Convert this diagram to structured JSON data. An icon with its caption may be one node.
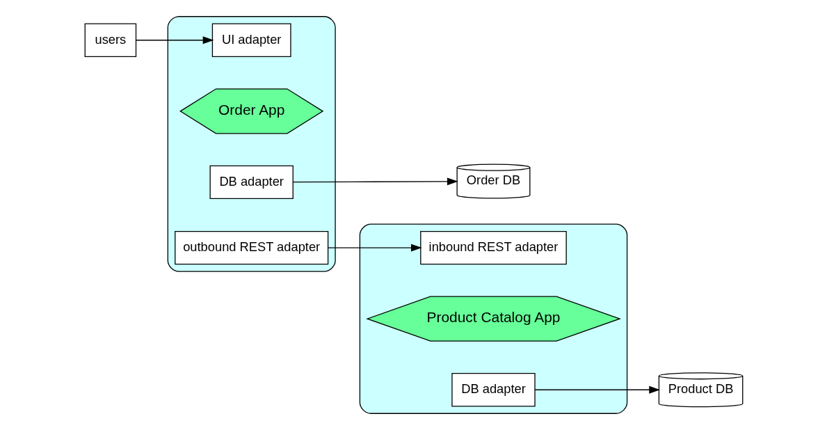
{
  "diagram": {
    "nodes": [
      {
        "text": [
          "users"
        ]
      },
      {
        "text": [],
        "shape": "hexagon"
      },
      {
        "text": [
          "UI adapter"
        ],
        "in": 1
      },
      {
        "text": [
          "Order App"
        ],
        "in": 1
      },
      {
        "text": [
          "DB adapter"
        ],
        "in": 1
      },
      {
        "text": [
          "outbound REST adapter"
        ],
        "in": 1
      },
      {
        "text": [
          "Order DB"
        ]
      },
      {
        "text": [],
        "shape": "hexagon"
      },
      {
        "text": [
          "inbound REST adapter"
        ],
        "in": 7
      },
      {
        "text": [
          "Product Catalog App"
        ],
        "in": 7
      },
      {
        "text": [
          "DB adapter"
        ],
        "in": 7
      },
      {
        "text": [
          "Product DB"
        ]
      }
    ],
    "edges": [
      {
        "from": 0,
        "to": 2,
        "arrow": "to"
      },
      {
        "from": 4,
        "to": 6,
        "arrow": "to"
      },
      {
        "from": 5,
        "to": 8,
        "arrow": "to"
      },
      {
        "from": 10,
        "to": 11,
        "arrow": "to"
      }
    ]
  }
}
